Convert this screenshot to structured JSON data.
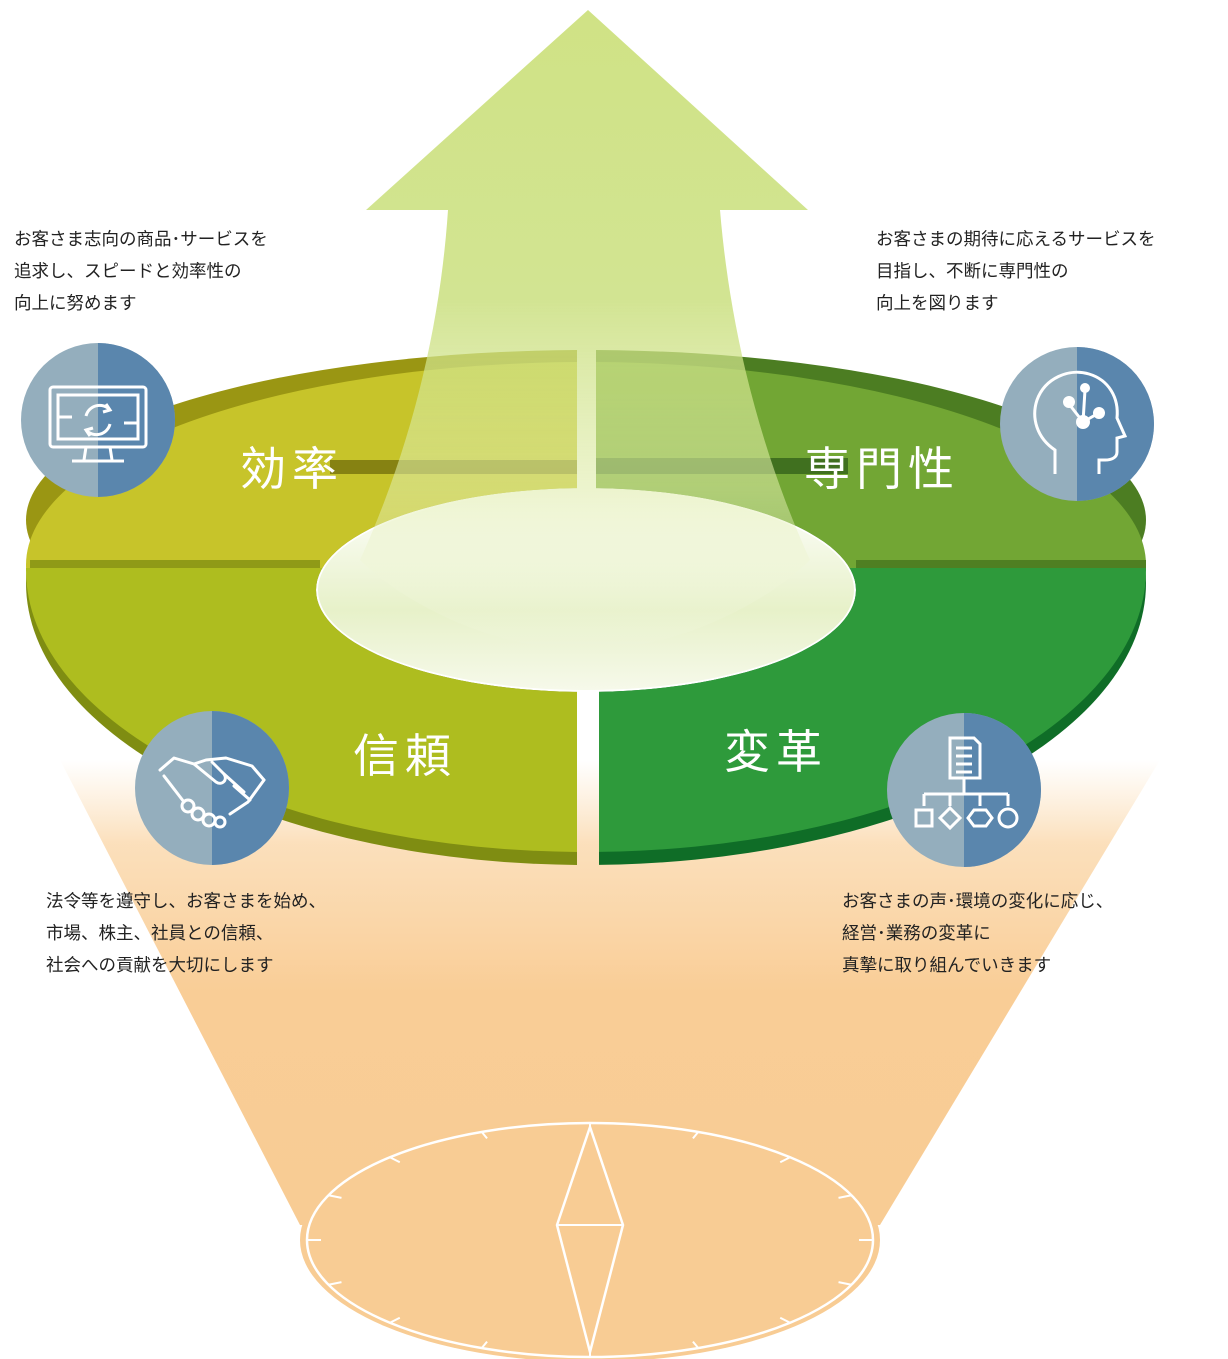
{
  "segments": [
    {
      "key": "efficiency",
      "title": "効率",
      "color": "#c7c42a",
      "icon": "monitor-refresh-icon",
      "description": [
        "お客さま志向の商品･サービスを",
        "追求し、スピードと効率性の",
        "向上に努めます"
      ]
    },
    {
      "key": "expertise",
      "title": "専門性",
      "color": "#72a634",
      "icon": "head-network-icon",
      "description": [
        "お客さまの期待に応えるサービスを",
        "目指し、不断に専門性の",
        "向上を図ります"
      ]
    },
    {
      "key": "trust",
      "title": "信頼",
      "color": "#aebd1f",
      "icon": "handshake-icon",
      "description": [
        "法令等を遵守し、お客さまを始め、",
        "市場、株主、社員との信頼、",
        "社会への貢献を大切にします"
      ]
    },
    {
      "key": "change",
      "title": "変革",
      "color": "#2e9a3b",
      "icon": "flowchart-icon",
      "description": [
        "お客さまの声･環境の変化に応じ、",
        "経営･業務の変革に",
        "真摯に取り組んでいきます"
      ]
    }
  ],
  "colors": {
    "arrow": "#c5dc6a",
    "compass_glow": "#f9cd96",
    "icon_light": "#94aebd",
    "icon_dark": "#5a86ad"
  },
  "decorations": [
    "up-arrow",
    "compass-icon"
  ]
}
